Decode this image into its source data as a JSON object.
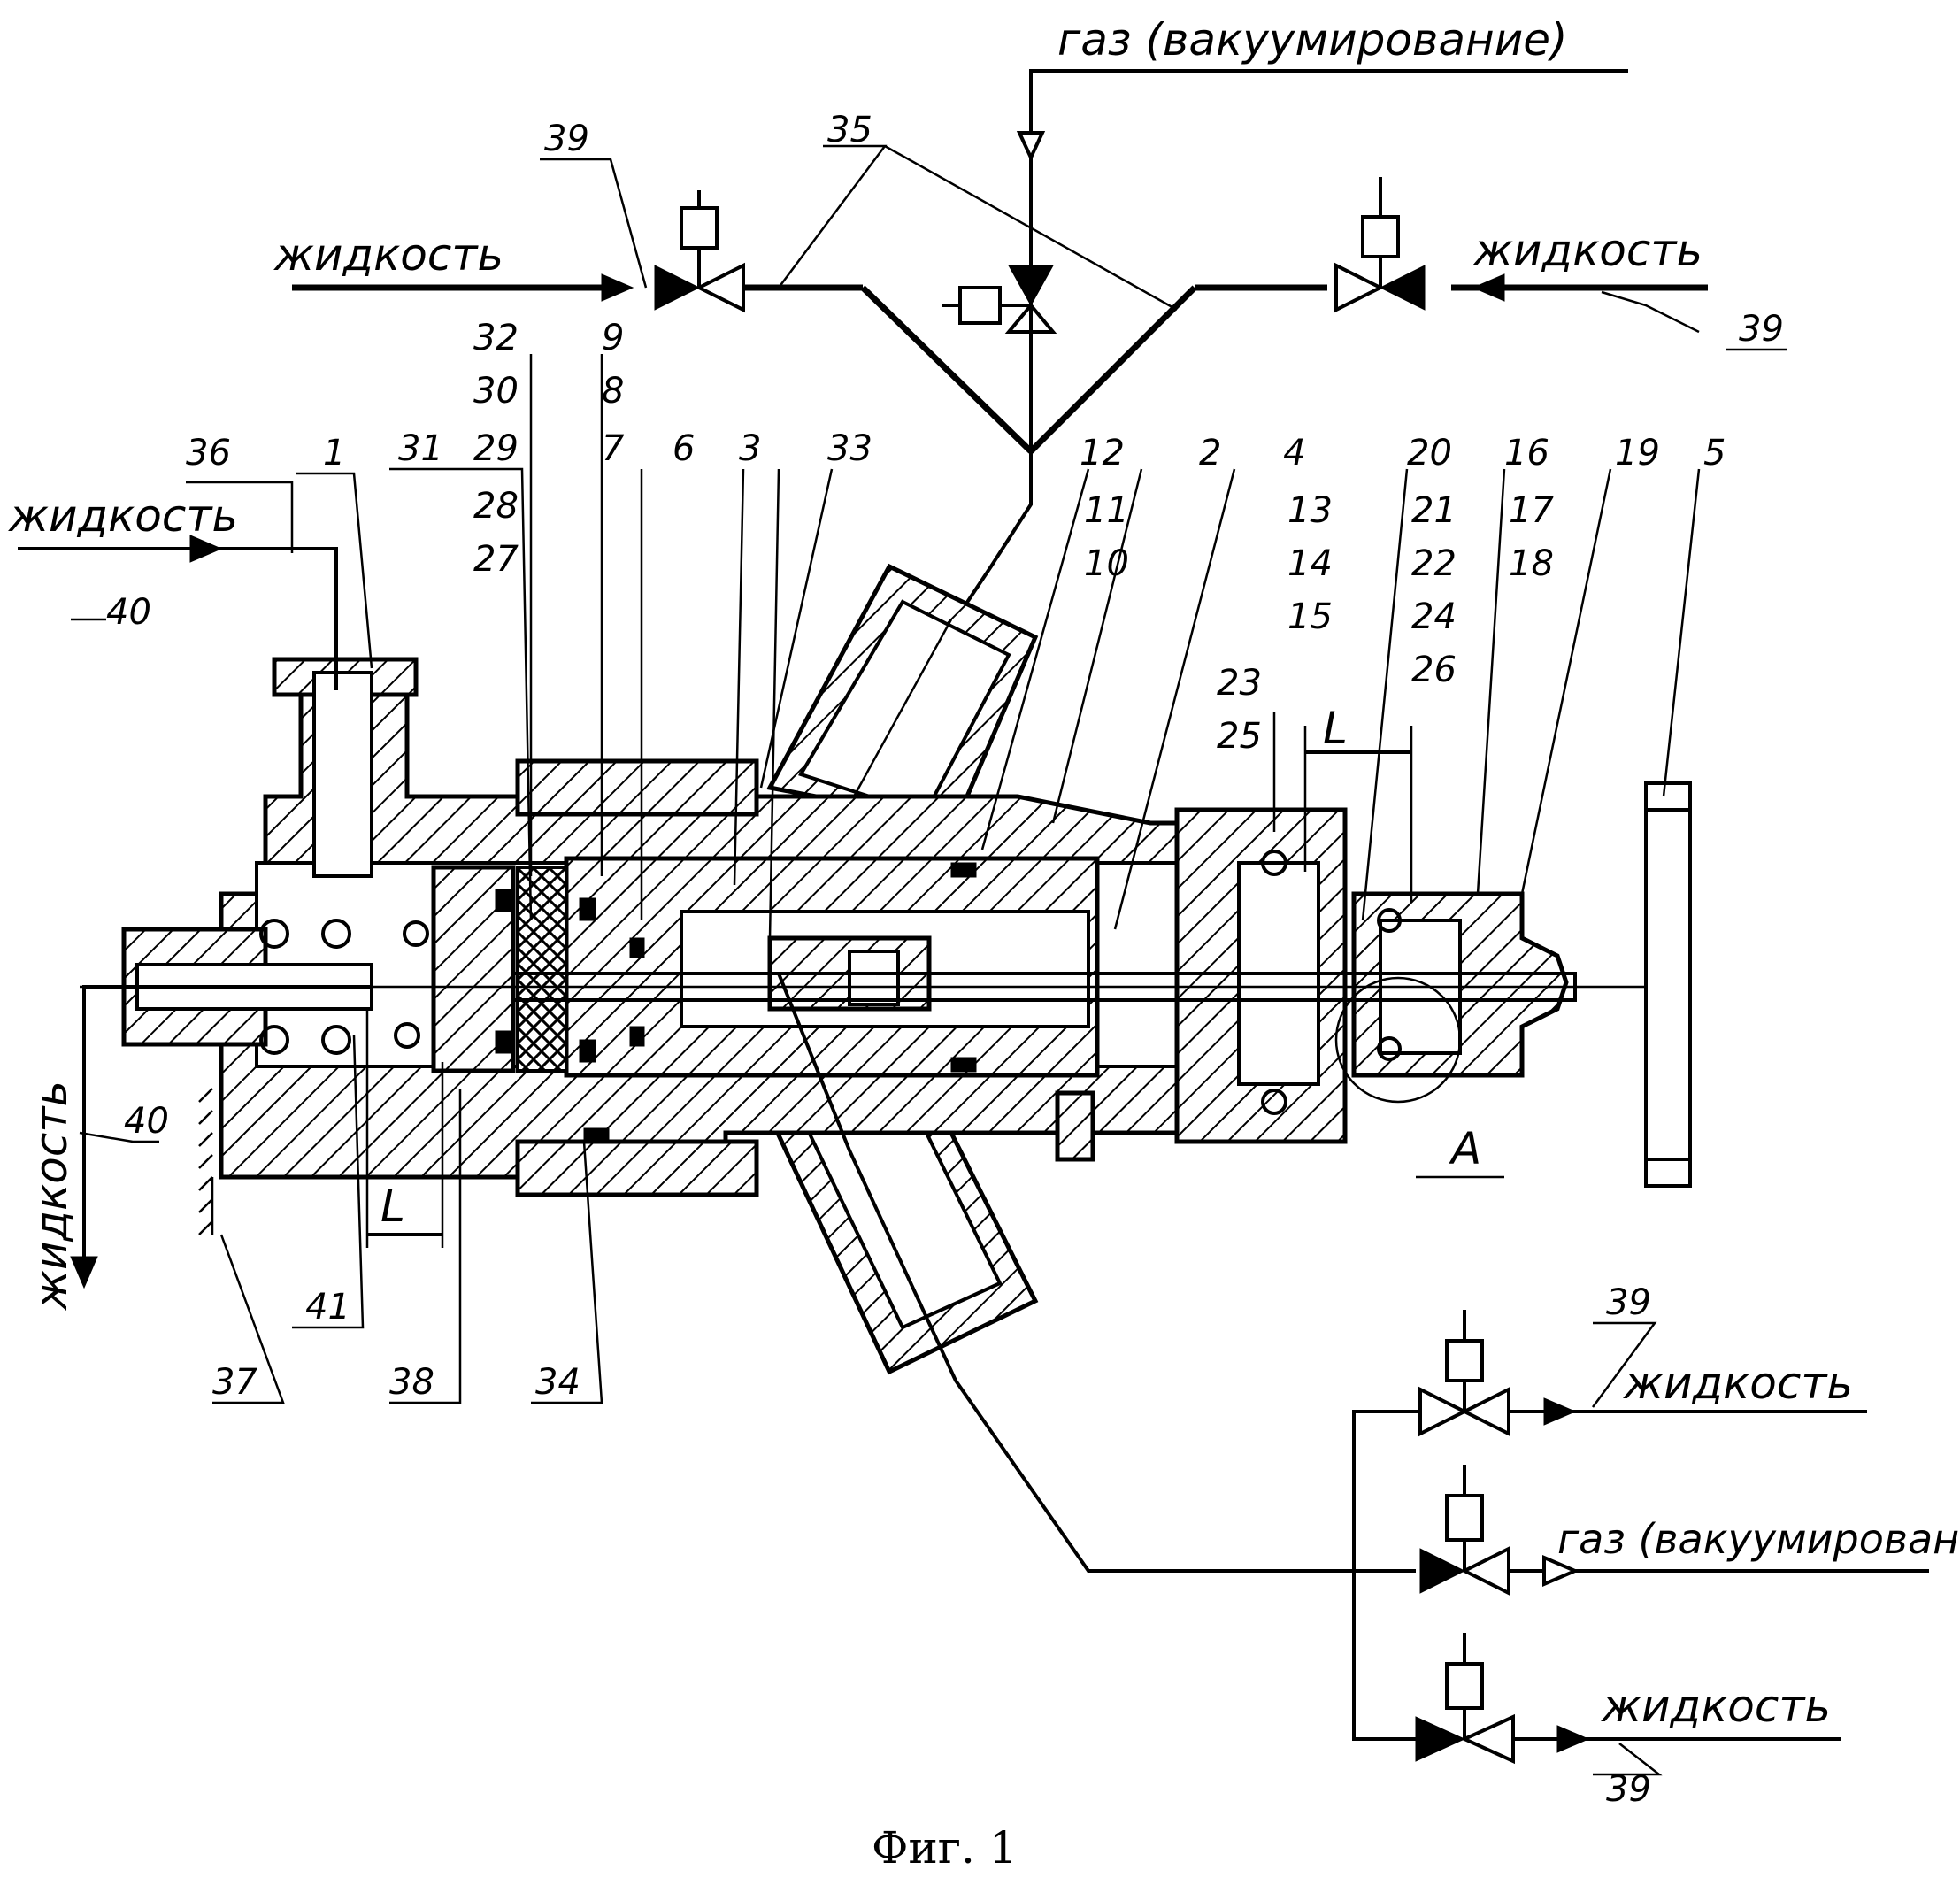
{
  "caption": "Фиг. 1",
  "media_labels": {
    "gas_top": "газ (вакуумирование)",
    "liquid_top_left": "жидкость",
    "liquid_top_right": "жидкость",
    "liquid_inlet_left": "жидкость",
    "liquid_outlet_left": "жидкость",
    "liquid_out_1": "жидкость",
    "gas_out": "газ (вакуумирование)",
    "liquid_out_2": "жидкость"
  },
  "dimension_labels": {
    "left": "L",
    "right": "L",
    "detail": "A"
  },
  "part_numbers": {
    "n39_top_left": "39",
    "n35": "35",
    "n39_top_right": "39",
    "n32": "32",
    "n30": "30",
    "n29": "29",
    "n28": "28",
    "n27": "27",
    "n9": "9",
    "n8": "8",
    "n7": "7",
    "n36": "36",
    "n1": "1",
    "n31": "31",
    "n6": "6",
    "n3": "3",
    "n33": "33",
    "n12": "12",
    "n11": "11",
    "n10": "10",
    "n2": "2",
    "n4": "4",
    "n13": "13",
    "n14": "14",
    "n15": "15",
    "n20": "20",
    "n21": "21",
    "n22": "22",
    "n24": "24",
    "n26": "26",
    "n16": "16",
    "n17": "17",
    "n18": "18",
    "n19": "19",
    "n5": "5",
    "n23": "23",
    "n25": "25",
    "n40_top": "40",
    "n40_left": "40",
    "n41": "41",
    "n37": "37",
    "n38": "38",
    "n34": "34",
    "n39_bottom_1": "39",
    "n39_bottom_2": "39"
  }
}
